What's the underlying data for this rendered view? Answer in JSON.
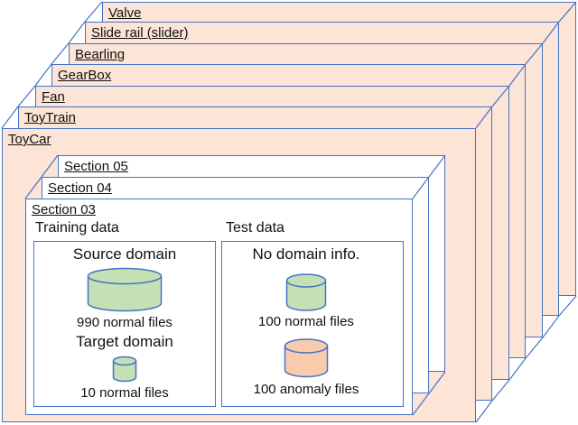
{
  "diagram": {
    "machine_stack": [
      {
        "label": "Valve"
      },
      {
        "label": "Slide rail (slider)"
      },
      {
        "label": "Bearling"
      },
      {
        "label": "GearBox"
      },
      {
        "label": "Fan"
      },
      {
        "label": "ToyTrain"
      },
      {
        "label": "ToyCar"
      }
    ],
    "section_stack": [
      {
        "label": "Section 05"
      },
      {
        "label": "Section 04"
      },
      {
        "label": "Section 03"
      }
    ],
    "training": {
      "title": "Training data",
      "source_heading": "Source domain",
      "source_files": "990 normal files",
      "target_heading": "Target domain",
      "target_files": "10 normal files"
    },
    "test": {
      "title": "Test data",
      "heading": "No domain info.",
      "normal_files": "100 normal files",
      "anomaly_files": "100 anomaly files"
    },
    "colors": {
      "machine_card_fill": "#fce4d6",
      "card_border": "#4472c4",
      "section_card_fill": "#ffffff",
      "normal_data_fill": "#c5e0b4",
      "anomaly_data_fill": "#f8cbad"
    }
  }
}
